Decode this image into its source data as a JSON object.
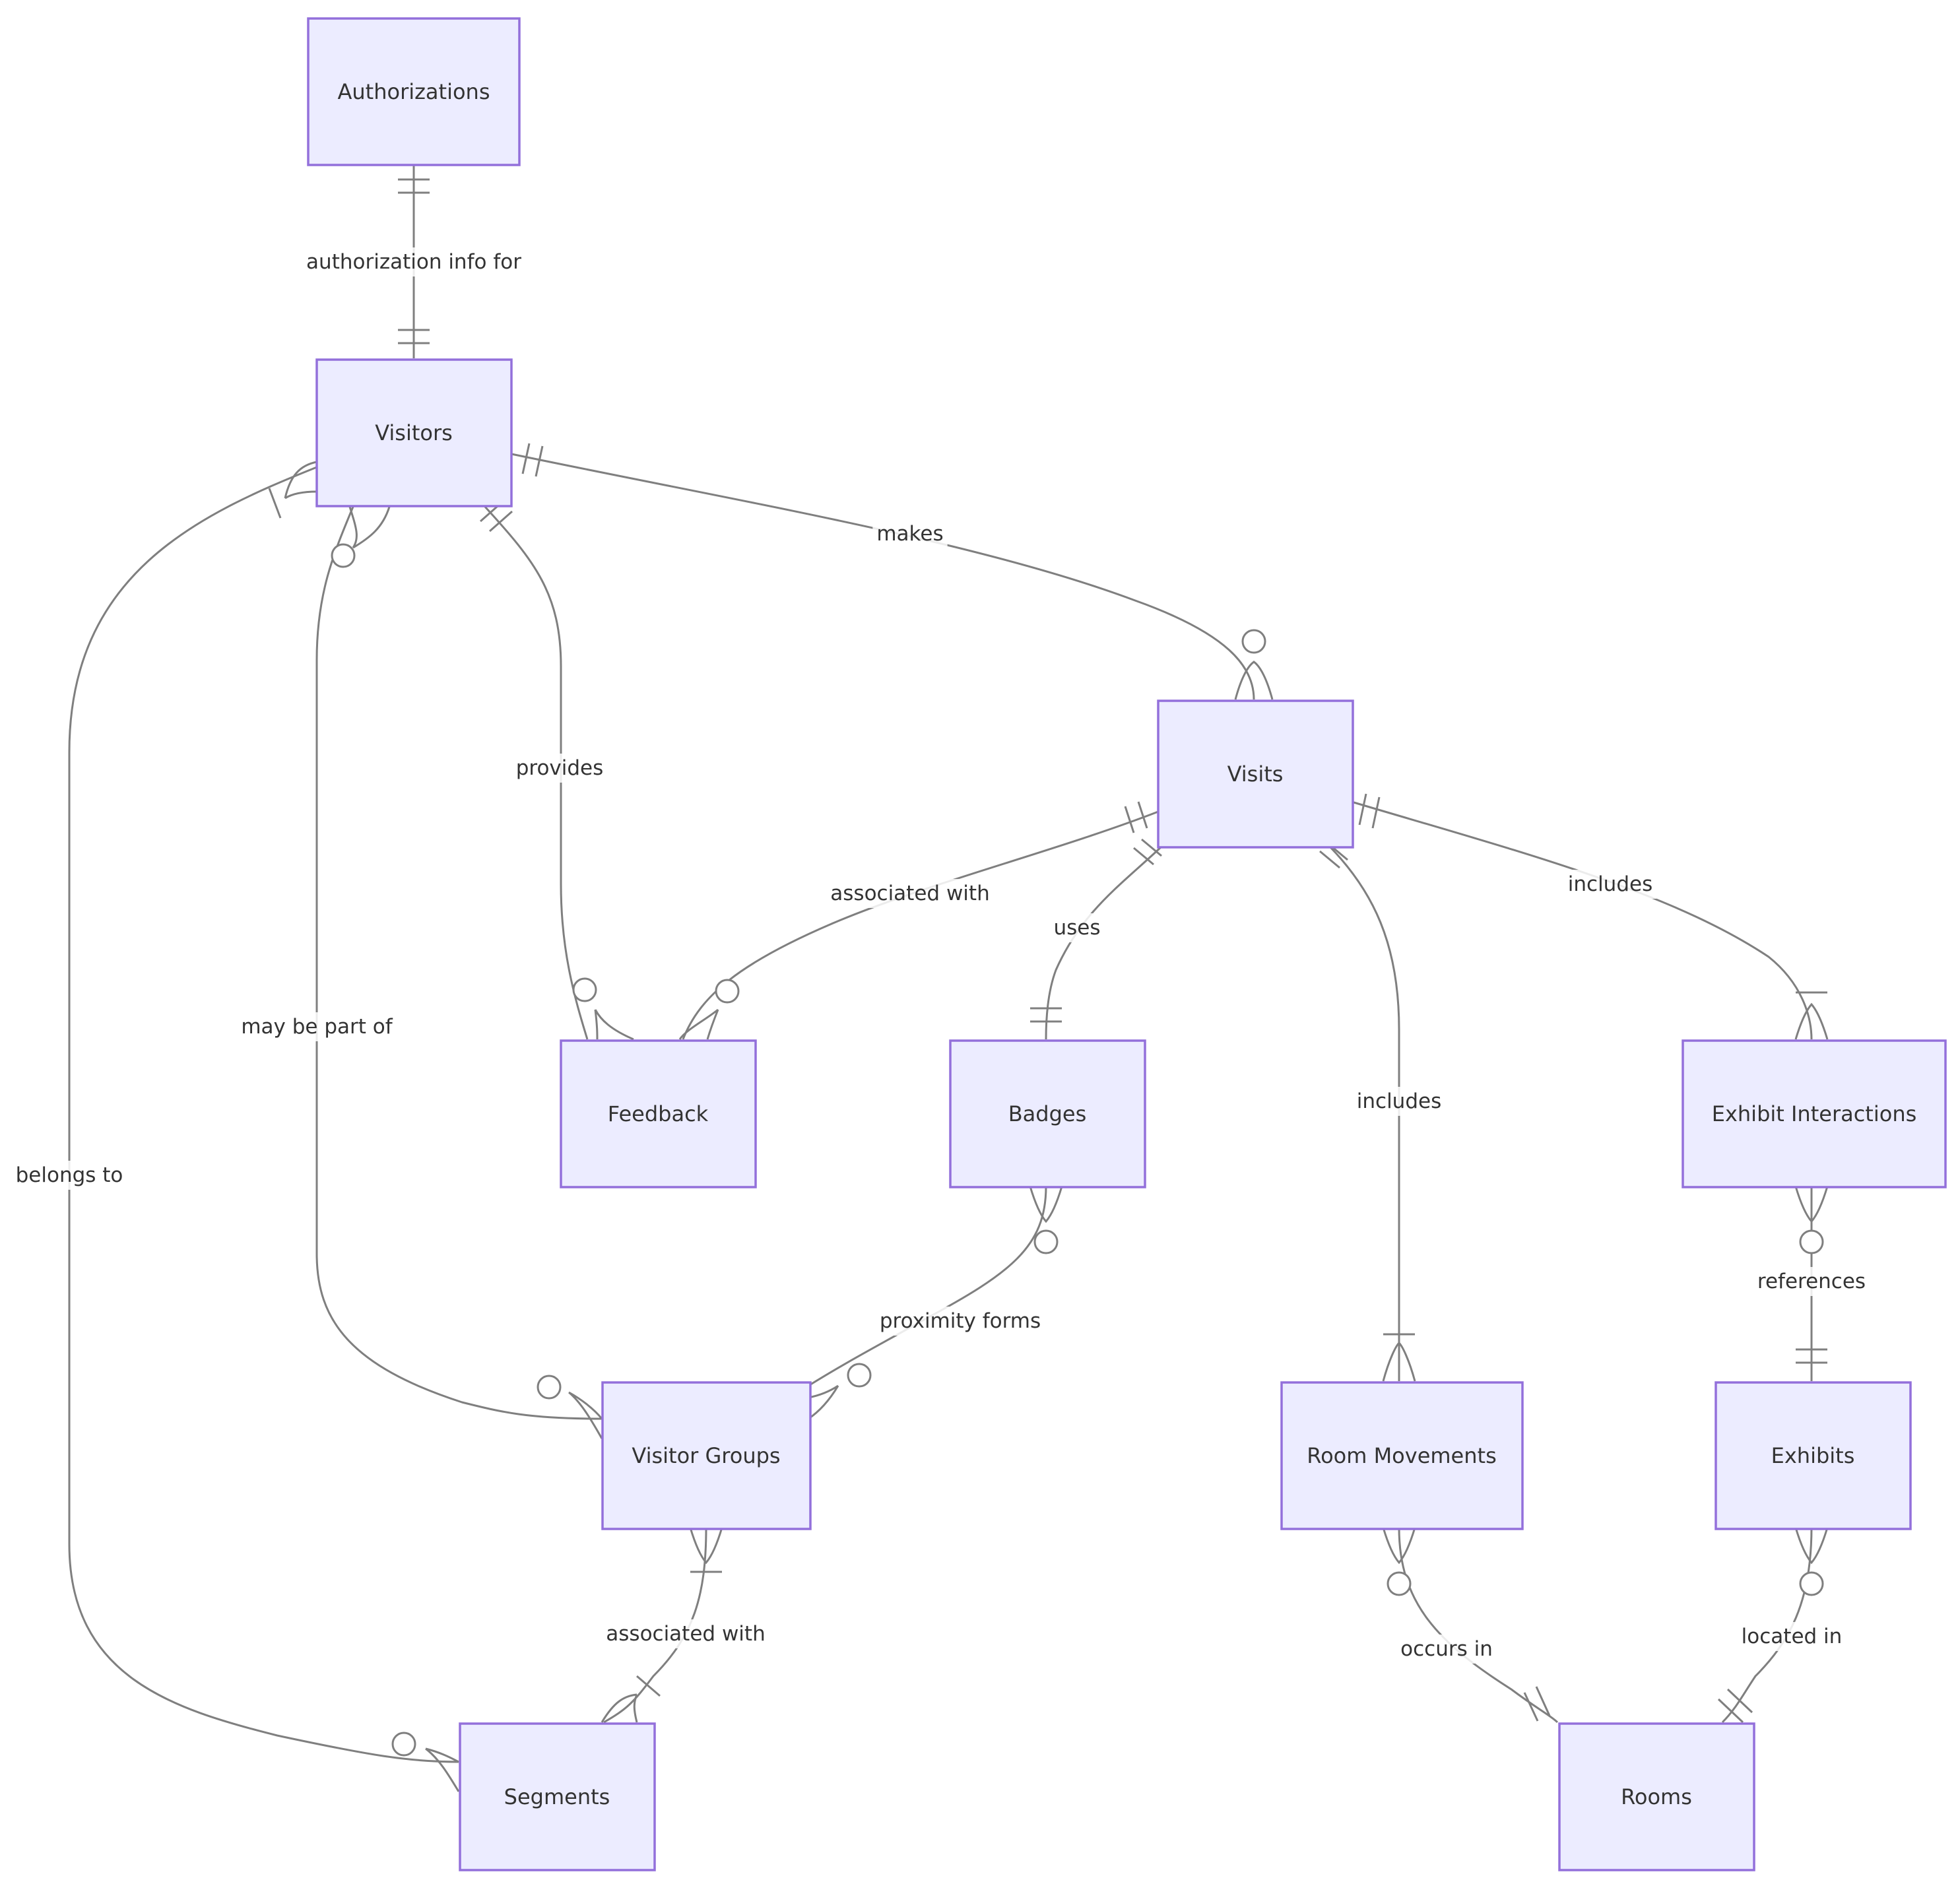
{
  "entities": {
    "authorizations": "Authorizations",
    "visitors": "Visitors",
    "visits": "Visits",
    "feedback": "Feedback",
    "badges": "Badges",
    "exhibit_interactions": "Exhibit Interactions",
    "visitor_groups": "Visitor Groups",
    "room_movements": "Room Movements",
    "exhibits": "Exhibits",
    "segments": "Segments",
    "rooms": "Rooms"
  },
  "relationships": {
    "authorization_info_for": "authorization info for",
    "makes": "makes",
    "provides": "provides",
    "may_be_part_of": "may be part of",
    "belongs_to": "belongs to",
    "visit_feedback_associated_with": "associated with",
    "uses": "uses",
    "visit_room_includes": "includes",
    "visit_exhibit_includes": "includes",
    "references": "references",
    "proximity_forms": "proximity forms",
    "group_segment_associated_with": "associated with",
    "occurs_in": "occurs in",
    "located_in": "located in"
  },
  "colors": {
    "entity_fill": "#ececff",
    "entity_stroke": "#9370db",
    "line": "#7f7f7f",
    "text": "#333333"
  }
}
